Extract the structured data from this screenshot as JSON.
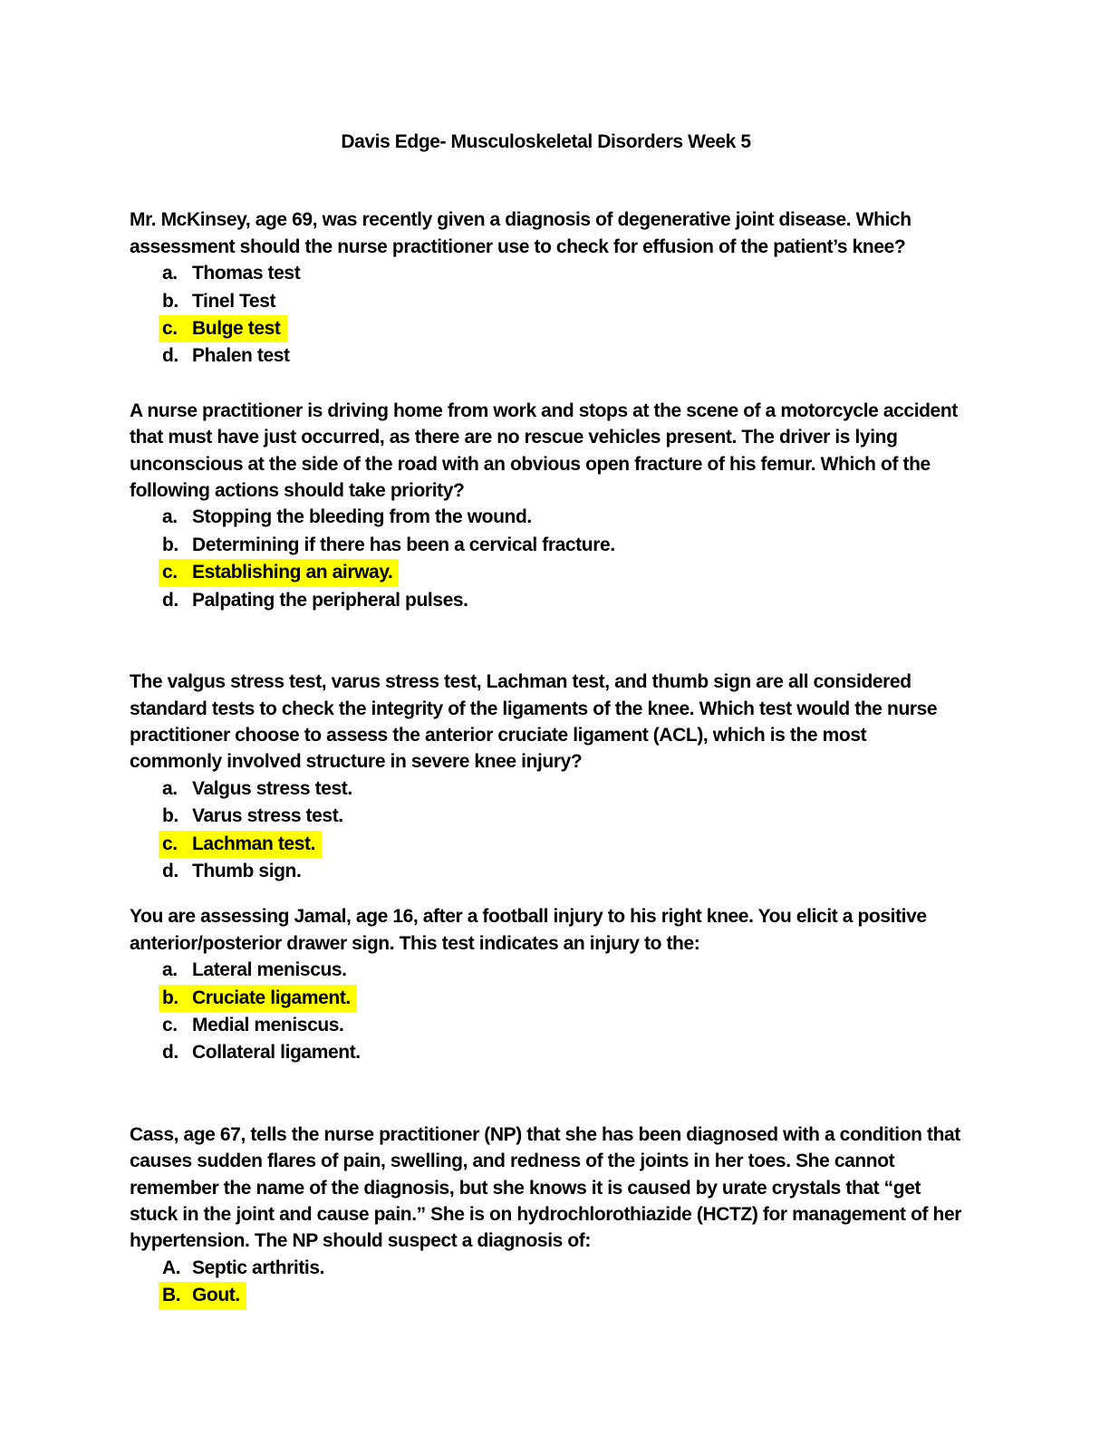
{
  "page_title": "Davis Edge- Musculoskeletal Disorders Week 5",
  "highlight_color": "#ffff00",
  "questions": [
    {
      "stem": "Mr. McKinsey, age 69, was recently given a diagnosis of degenerative joint disease. Which assessment should the nurse practitioner use to check for effusion of the patient’s knee?",
      "options": [
        {
          "letter": "a.",
          "text": "Thomas test",
          "highlighted": false
        },
        {
          "letter": "b.",
          "text": "Tinel Test",
          "highlighted": false
        },
        {
          "letter": "c.",
          "text": "Bulge test",
          "highlighted": true
        },
        {
          "letter": "d.",
          "text": "Phalen test",
          "highlighted": false
        }
      ]
    },
    {
      "stem": "A nurse practitioner is driving home from work and stops at the scene of a motorcycle accident that must have just occurred, as there are no rescue vehicles present. The driver is lying unconscious at the side of the road with an obvious open fracture of his femur. Which of the following actions should take priority?",
      "options": [
        {
          "letter": "a.",
          "text": "Stopping the bleeding from the wound.",
          "highlighted": false
        },
        {
          "letter": "b.",
          "text": "Determining if there has been a cervical fracture.",
          "highlighted": false
        },
        {
          "letter": "c.",
          "text": "Establishing an airway.",
          "highlighted": true
        },
        {
          "letter": "d.",
          "text": "Palpating the peripheral pulses.",
          "highlighted": false
        }
      ]
    },
    {
      "stem": "The valgus stress test, varus stress test, Lachman test, and thumb sign are all considered standard tests to check the integrity of the ligaments of the knee. Which test would the nurse practitioner choose to assess the anterior cruciate ligament (ACL), which is the most commonly involved structure in severe knee injury?",
      "options": [
        {
          "letter": "a.",
          "text": "Valgus stress test.",
          "highlighted": false
        },
        {
          "letter": "b.",
          "text": "Varus stress test.",
          "highlighted": false
        },
        {
          "letter": "c.",
          "text": "Lachman test.",
          "highlighted": true
        },
        {
          "letter": "d.",
          "text": "Thumb sign.",
          "highlighted": false
        }
      ]
    },
    {
      "stem": "You are assessing Jamal, age 16, after a football injury to his right knee. You elicit a positive anterior/posterior drawer sign. This test indicates an injury to the:",
      "options": [
        {
          "letter": "a.",
          "text": "Lateral meniscus.",
          "highlighted": false
        },
        {
          "letter": "b.",
          "text": "Cruciate ligament.",
          "highlighted": true
        },
        {
          "letter": "c.",
          "text": "Medial meniscus.",
          "highlighted": false
        },
        {
          "letter": "d.",
          "text": "Collateral ligament.",
          "highlighted": false
        }
      ]
    },
    {
      "stem": "Cass, age 67, tells the nurse practitioner (NP) that she has been diagnosed with a condition that causes sudden flares of pain, swelling, and redness of the joints in her toes. She cannot remember the name of the diagnosis, but she knows it is caused by urate crystals that “get stuck in the joint and cause pain.” She is on hydrochlorothiazide (HCTZ) for management of her hypertension. The NP should suspect a diagnosis of:",
      "options": [
        {
          "letter": "A.",
          "text": "Septic arthritis.",
          "highlighted": false
        },
        {
          "letter": "B.",
          "text": "Gout.",
          "highlighted": true
        }
      ]
    }
  ]
}
